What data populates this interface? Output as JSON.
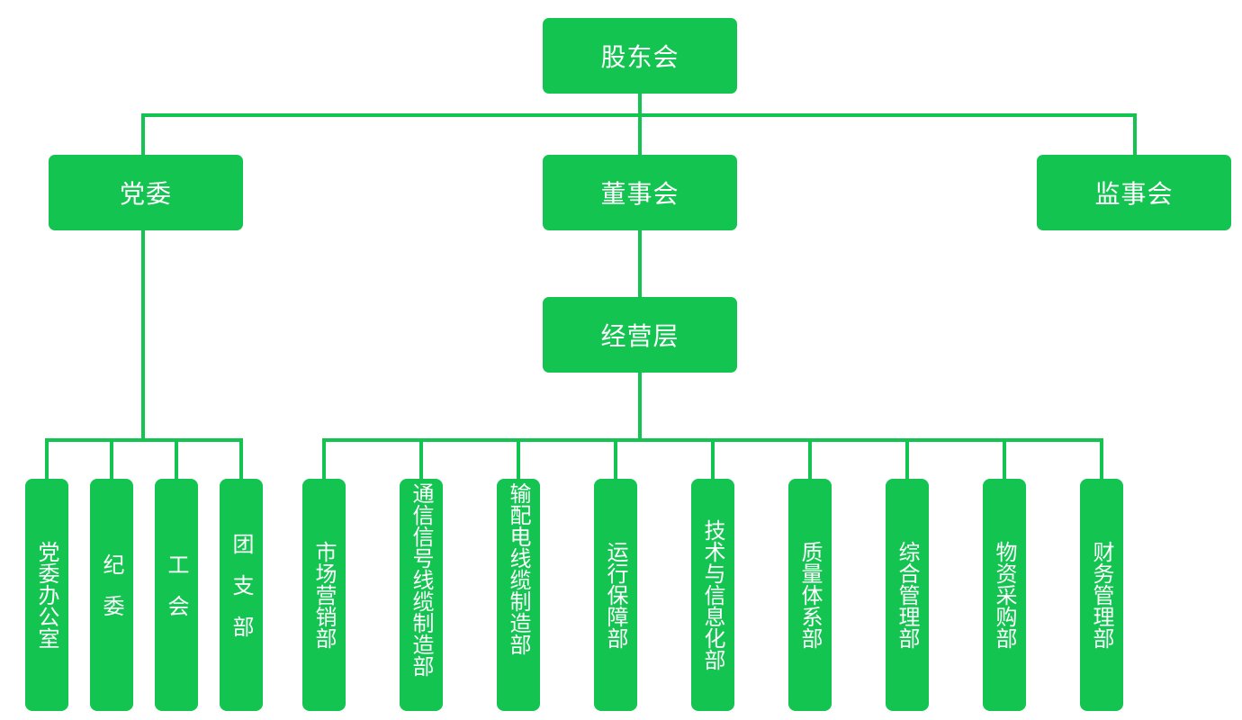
{
  "top": "股东会",
  "second_row": {
    "party_committee": "党委",
    "board": "董事会",
    "supervisory_board": "监事会"
  },
  "management": "经营层",
  "party_units": [
    "党委办公室",
    "纪委",
    "工会",
    "团支部"
  ],
  "departments": [
    "市场营销部",
    "通信信号线缆制造部",
    "输配电线缆制造部",
    "运行保障部",
    "技术与信息化部",
    "质量体系部",
    "综合管理部",
    "物资采购部",
    "财务管理部"
  ],
  "colors": {
    "box": "#14c450",
    "line": "#14c450",
    "text": "#ffffff"
  }
}
